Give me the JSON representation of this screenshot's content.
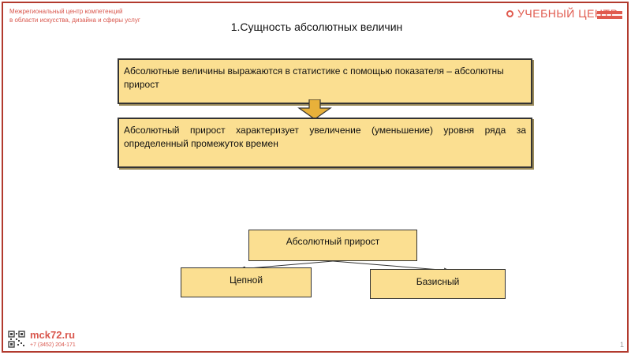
{
  "header": {
    "org_line_1": "Межрегиональный центр компетенций",
    "org_line_2": "в области искусства, дизайна и сферы услуг",
    "brand_name": "УЧЕБНЫЙ ЦЕНТР"
  },
  "slide": {
    "title": "1.Сущность абсолютных величин",
    "box_1_text": "Абсолютные величины выражаются в статистике с помощью показателя – абсолютны прирост",
    "box_2_text": "Абсолютный прирост характеризует увеличение (уменьшение) уровня ряда за определенный промежуток времен"
  },
  "tree": {
    "root": "Абсолютный прирост",
    "left": "Цепной",
    "right": "Базисный"
  },
  "footer": {
    "url": "mck72.ru",
    "phone": "+7 (3452) 204-171",
    "page_number": "1"
  },
  "colors": {
    "frame": "#b23a2e",
    "brand": "#e05a4e",
    "box_fill": "#fbdf91",
    "arrow_fill": "#e8b13a"
  },
  "icons": {
    "brand_mark": "ring-icon",
    "qr": "qr-code-icon"
  }
}
